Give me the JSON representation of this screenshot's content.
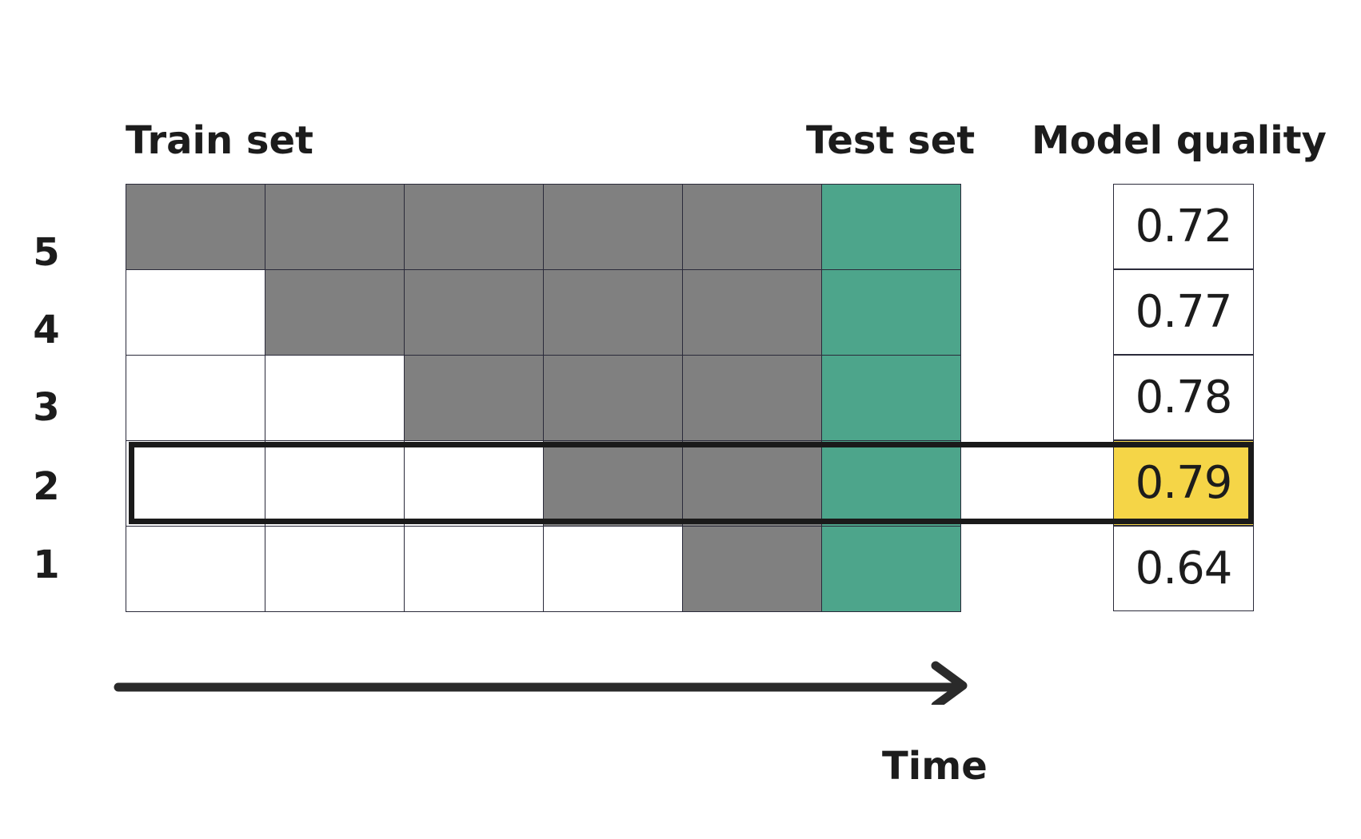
{
  "headers": {
    "train": "Train set",
    "test": "Test set",
    "quality": "Model quality"
  },
  "rows": [
    {
      "label": "5",
      "train_start_period": 1,
      "score": "0.72"
    },
    {
      "label": "4",
      "train_start_period": 2,
      "score": "0.77"
    },
    {
      "label": "3",
      "train_start_period": 3,
      "score": "0.78"
    },
    {
      "label": "2",
      "train_start_period": 4,
      "score": "0.79"
    },
    {
      "label": "1",
      "train_start_period": 5,
      "score": "0.64"
    }
  ],
  "train_periods": 5,
  "highlighted_row": "2",
  "axis": {
    "time_label": "Time"
  },
  "colors": {
    "train": "#808080",
    "test": "#4da58b",
    "empty": "#ffffff",
    "highlight_score": "#f5d547"
  }
}
